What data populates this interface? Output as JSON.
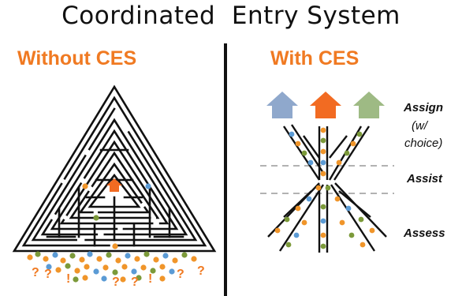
{
  "title": "Coordinated  Entry System",
  "left_heading": "Without CES",
  "right_heading": "With CES",
  "stages": {
    "assign": "Assign",
    "assign_note_line1": "(w/",
    "assign_note_line2": "choice)",
    "assist": "Assist",
    "assess": "Assess"
  },
  "maze_question_marks": [
    "?",
    "?",
    "!",
    "?",
    "?",
    "!",
    "?",
    "?"
  ],
  "colors": {
    "accent_orange": "#F07A22",
    "house_blue": "#8FA8CC",
    "house_orange": "#F26B22",
    "house_green": "#9EBA84",
    "dot_blue": "#5B9BD5",
    "dot_orange": "#F0952A",
    "dot_green": "#7C9A3A",
    "dashed": "#999999"
  }
}
